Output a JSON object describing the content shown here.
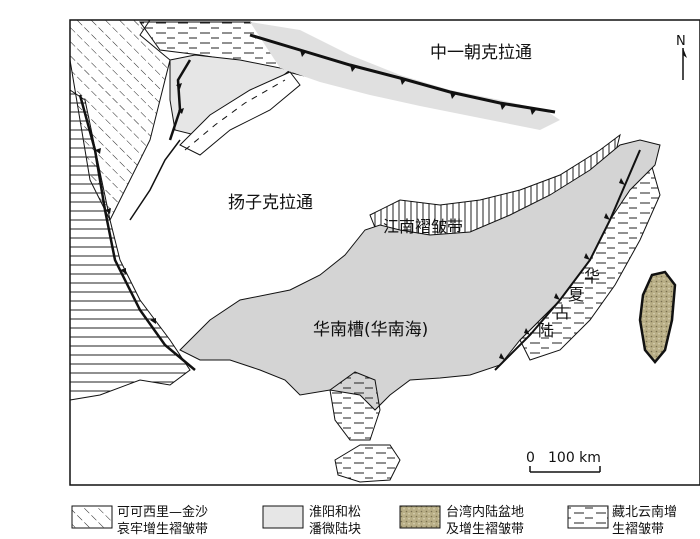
{
  "regions": {
    "north_craton": "中一朝克拉通",
    "yangtze_craton": "扬子克拉通",
    "jiangnan_fold_belt": "江南褶皱带",
    "south_china_trough": "华南槽(华南海)",
    "huaxia_ancient_land": [
      "华",
      "夏",
      "古",
      "陆"
    ]
  },
  "compass": {
    "label": "N"
  },
  "scale_bar": {
    "start": "0",
    "end": "100 km"
  },
  "legend": [
    {
      "pattern": "diagonal-hatch",
      "line1": "可可西里—金沙",
      "line2": "哀牢增生褶皱带"
    },
    {
      "pattern": "light-gray",
      "line1": "淮阳和松",
      "line2": "潘微陆块"
    },
    {
      "pattern": "dotted-khaki",
      "line1": "台湾内陆盆地",
      "line2": "及增生褶皱带"
    },
    {
      "pattern": "dash-hatch",
      "line1": "藏北云南增",
      "line2": "生褶皱带"
    }
  ],
  "colors": {
    "gray": "#d4d4d4",
    "light_gray": "#e6e6e6",
    "khaki": "#b8ae86",
    "line": "#111111"
  }
}
